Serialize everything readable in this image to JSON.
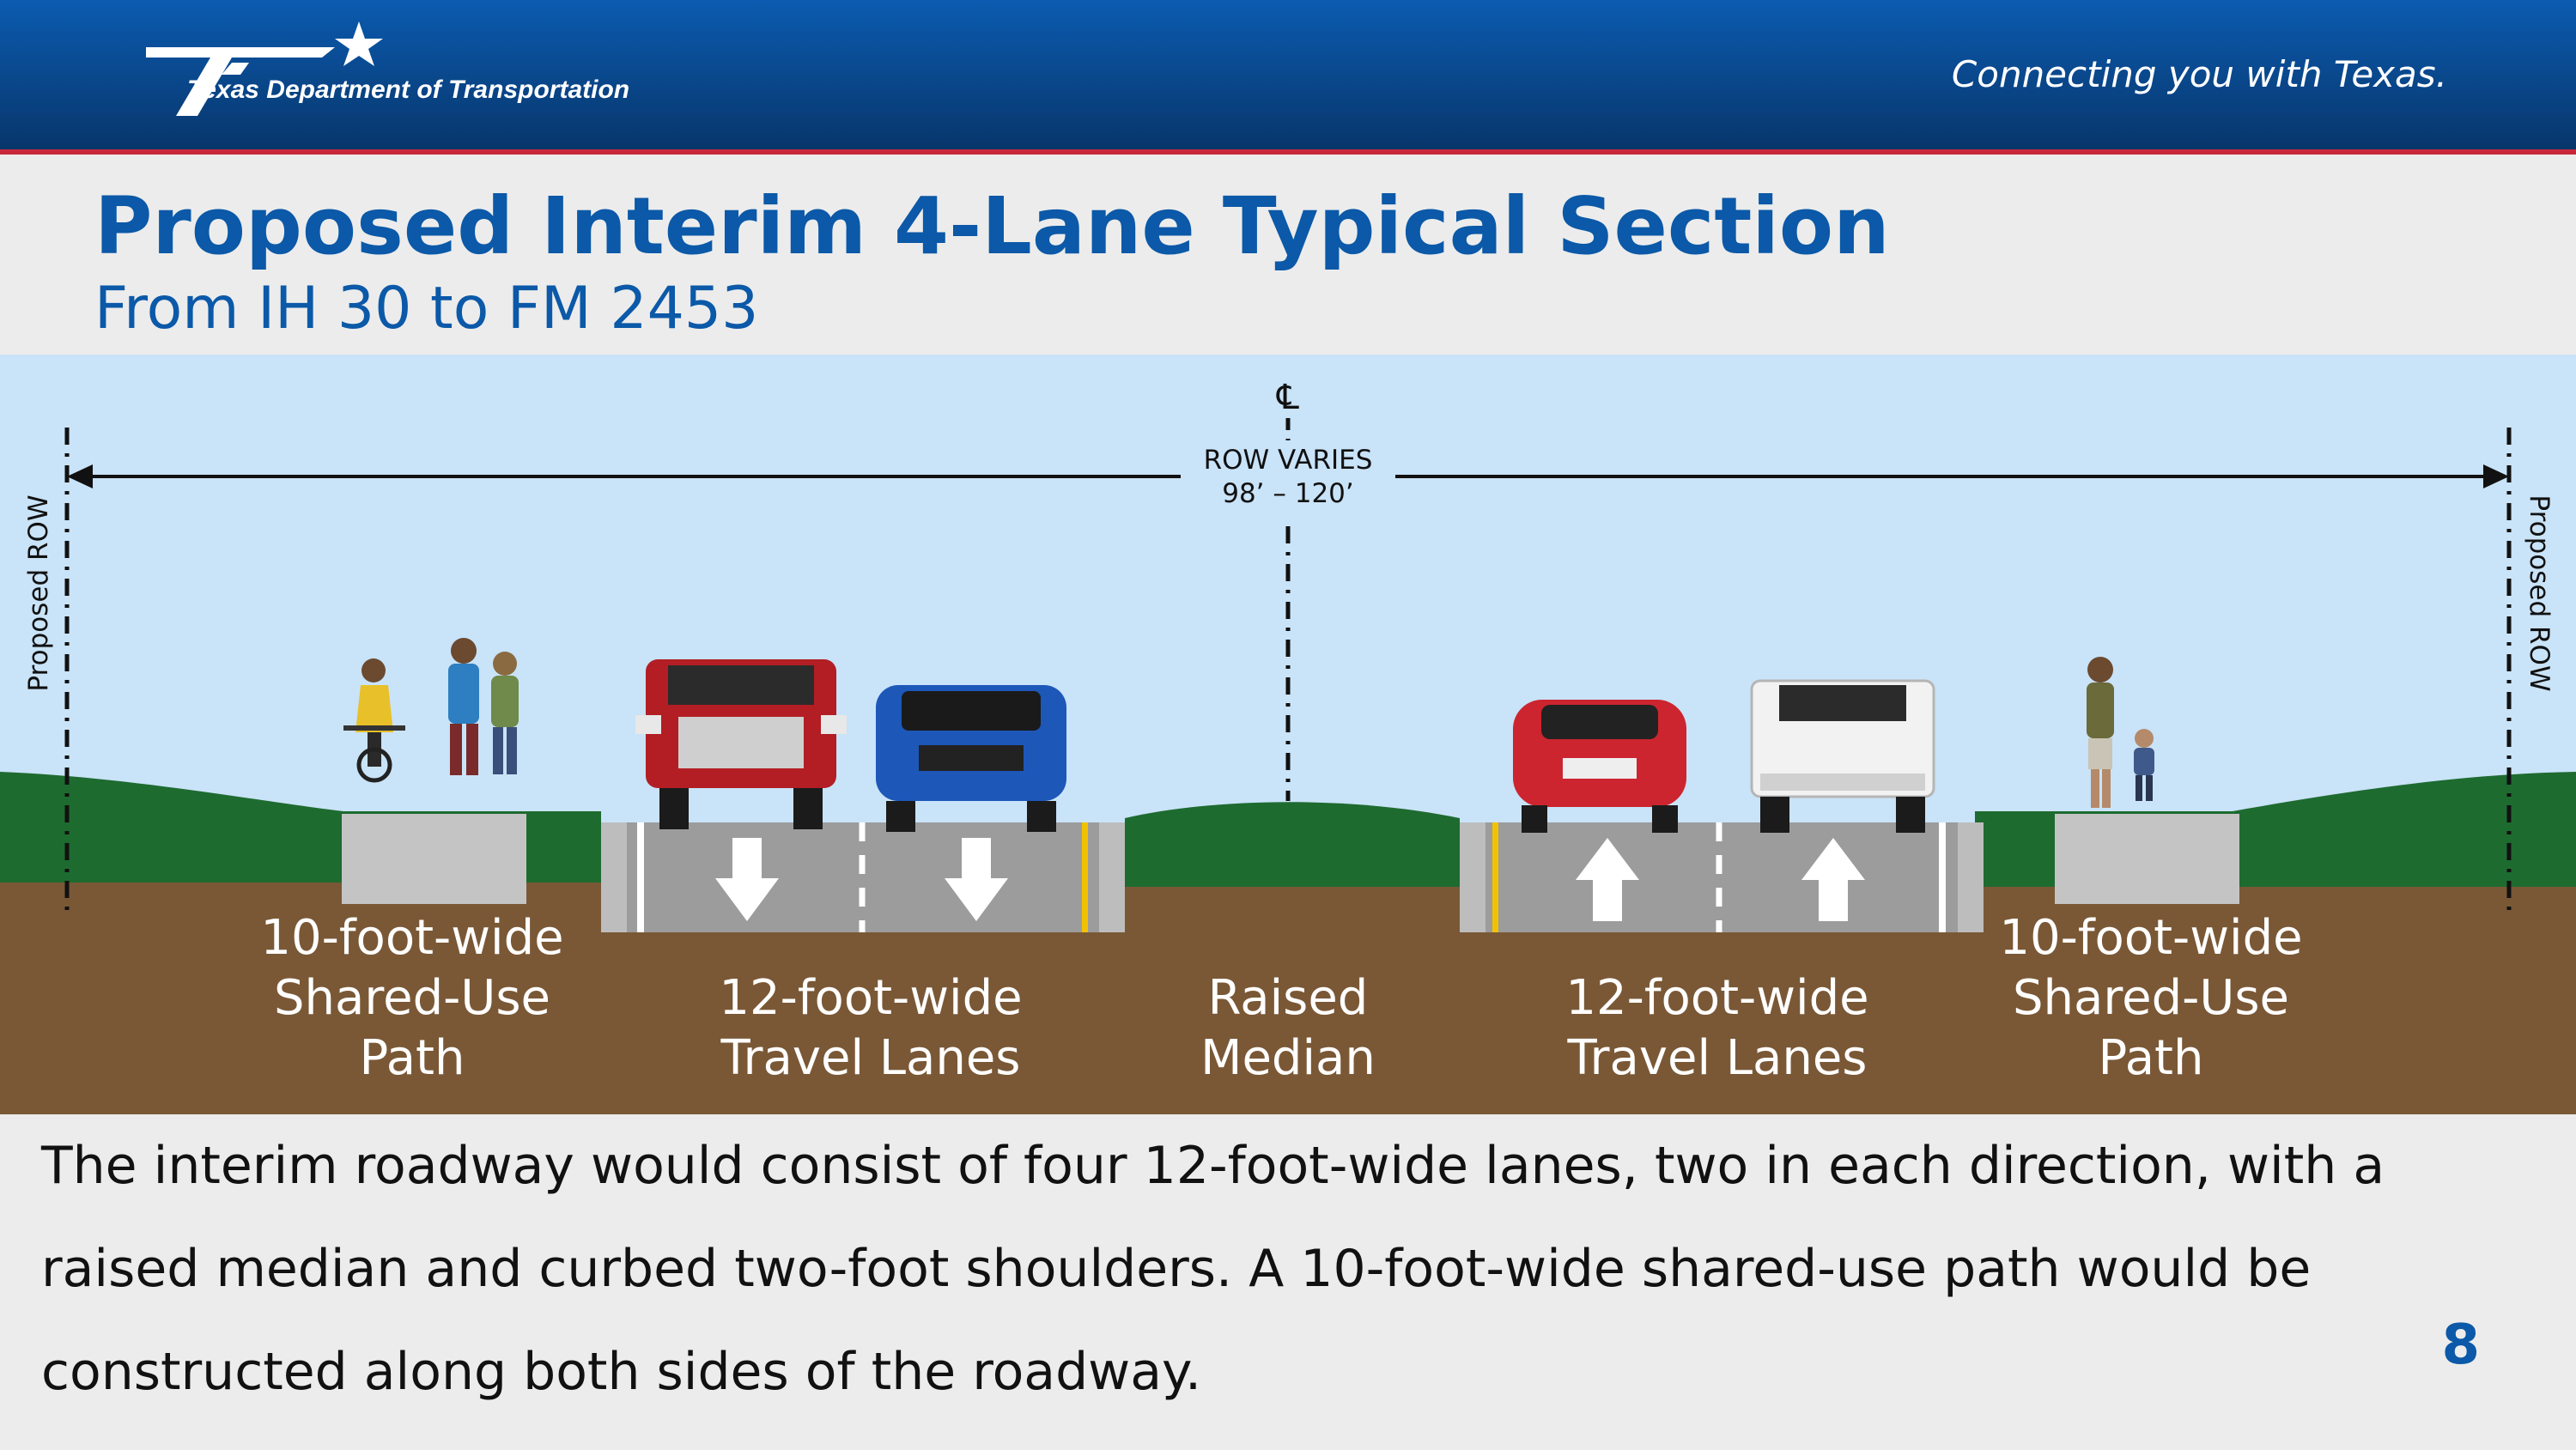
{
  "header": {
    "org_name": "Texas Department of Transportation",
    "tagline": "Connecting you with Texas."
  },
  "slide": {
    "title": "Proposed Interim 4-Lane Typical Section",
    "subtitle": "From IH 30 to FM 2453",
    "page_number": "8"
  },
  "diagram": {
    "centerline_symbol": "℄",
    "row_label_line1": "ROW VARIES",
    "row_label_line2": "98’ – 120’",
    "left_row_label": "Proposed ROW",
    "right_row_label": "Proposed ROW",
    "sections": [
      {
        "line1": "10-foot-wide",
        "line2": "Shared-Use",
        "line3": "Path"
      },
      {
        "line1": "12-foot-wide",
        "line2": "Travel Lanes"
      },
      {
        "line1": "Raised",
        "line2": "Median"
      },
      {
        "line1": "12-foot-wide",
        "line2": "Travel Lanes"
      },
      {
        "line1": "10-foot-wide",
        "line2": "Shared-Use",
        "line3": "Path"
      }
    ],
    "colors": {
      "sky": "#c9e3f8",
      "grass": "#1e6b30",
      "soil": "#7a5836",
      "pavement": "#9c9c9c",
      "path": "#c4c4c4",
      "lane_line_yellow": "#f2c200"
    },
    "icons": [
      "cyclist-icon",
      "runner-icon",
      "red-truck-icon",
      "blue-suv-icon",
      "red-car-icon",
      "white-truck-icon",
      "pedestrian-icon"
    ]
  },
  "description": "The interim roadway would consist of four 12-foot-wide lanes, two in each direction, with a raised median and curbed two-foot shoulders. A 10-foot-wide shared-use path would be constructed along both sides of the roadway."
}
